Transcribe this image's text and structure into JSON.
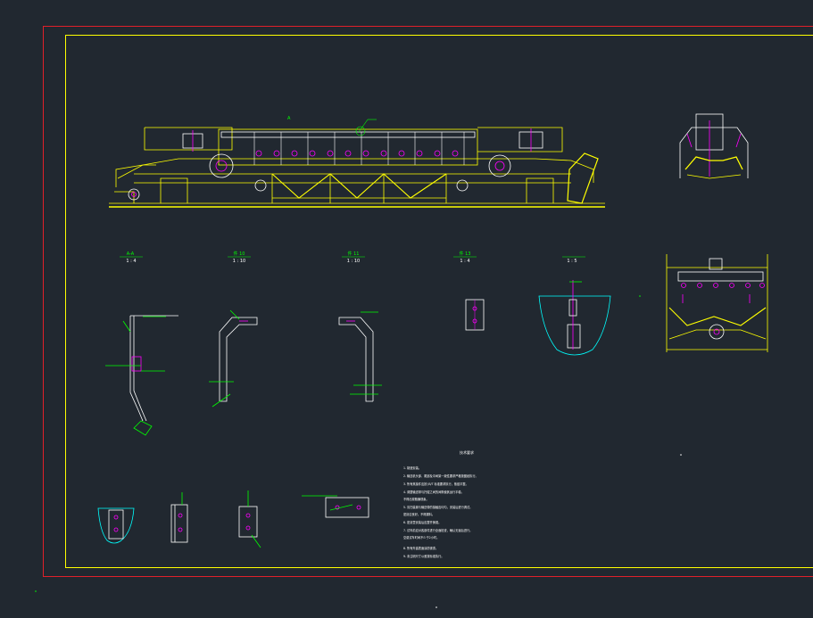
{
  "drawing": {
    "colors": {
      "background": "#212830",
      "outer_frame": "#e0202a",
      "inner_frame": "#ffff00",
      "structure": "#ffff00",
      "detail": "#ffffff",
      "accent": "#ff00ff",
      "dimension": "#00ff00",
      "cover": "#00ffff"
    },
    "main_view": {
      "section_mark": "A"
    },
    "detail_views": [
      {
        "id": "A-A",
        "scale": "1 : 4"
      },
      {
        "id": "件 10",
        "scale": "1 : 10"
      },
      {
        "id": "件 11",
        "scale": "1 : 10"
      },
      {
        "id": "件 13",
        "scale": "1 : 4"
      },
      {
        "id": "",
        "scale": "1 : 5"
      }
    ],
    "tech_requirements": {
      "title": "技术要求",
      "lines": [
        "1. 制造安装。",
        "2. 输送机头部、尾部及中间架一致性要求严格按图纸执行。",
        "3. 所有焦接件应按 JB/T 标准要求执行，焦缝平整。",
        "4. 调整输送带与托辊之间的间隙使其运行平稳。",
        "   不得出现跑偏现象。",
        "5. 清扫装置与输送带的接触应均匀，安装后进行调试。",
        "   密封应良好。不得漏料。",
        "6. 密封罩安装后应整齐美观。",
        "7. 试车前应对各部件进行全面检查，确认无误后进行。",
        "   空载试车时间不少于2小时。",
        "8. 所有外露表面涂防锈漆。",
        "9. 未注明尺寸公差按标准执行。"
      ]
    }
  }
}
